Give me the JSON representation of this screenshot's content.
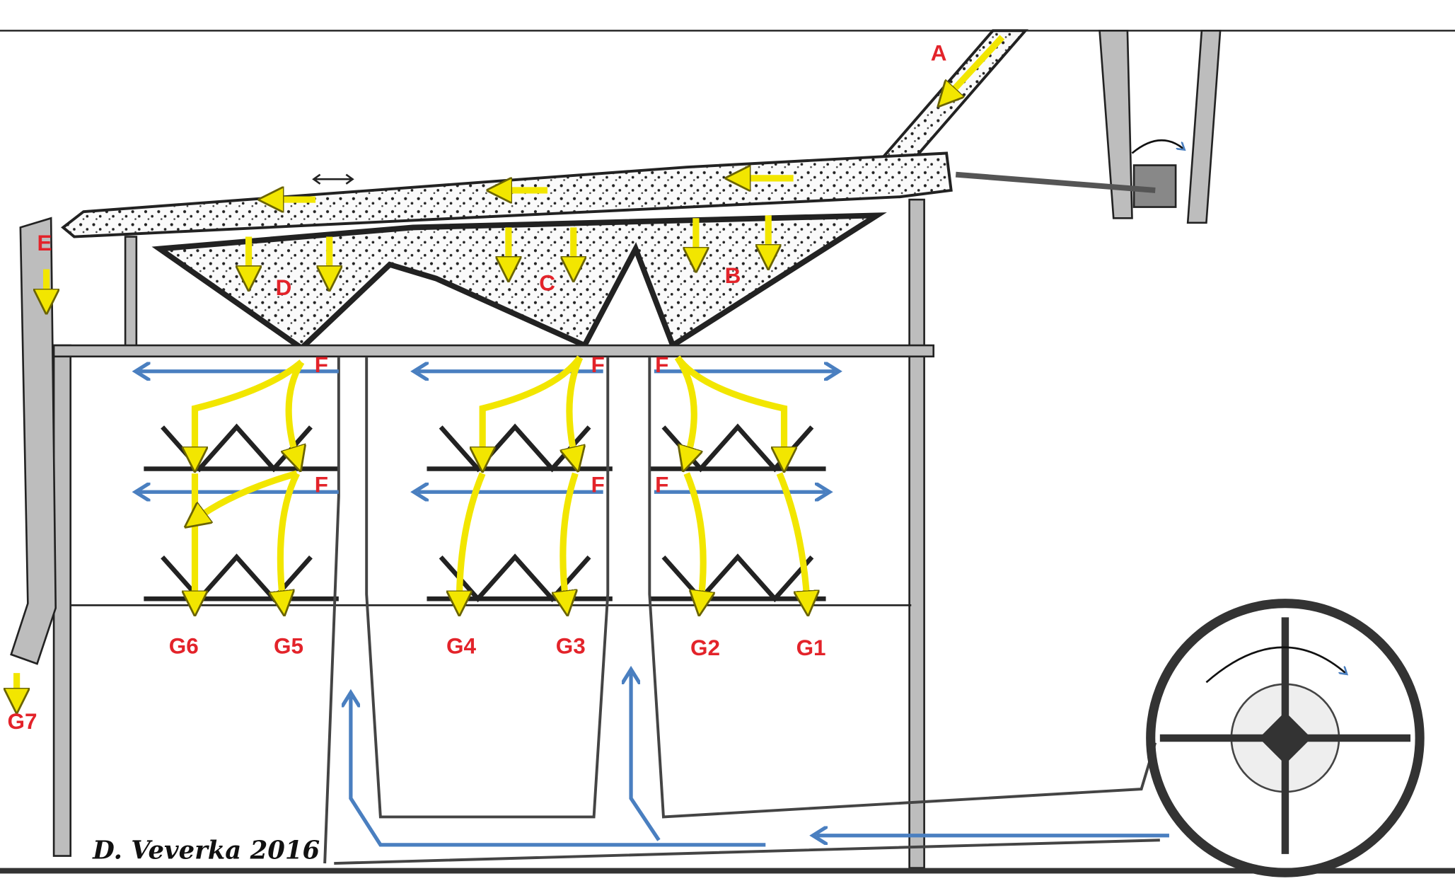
{
  "labels": {
    "A": "A",
    "B": "B",
    "C": "C",
    "D": "D",
    "E": "E",
    "F": "F",
    "G1": "G1",
    "G2": "G2",
    "G3": "G3",
    "G4": "G4",
    "G5": "G5",
    "G6": "G6",
    "G7": "G7"
  },
  "signature": "D. Veverka 2016",
  "colors": {
    "label": "#e3232a",
    "grain_arrow": "#f2e600",
    "air_arrow": "#4a7fc0"
  }
}
